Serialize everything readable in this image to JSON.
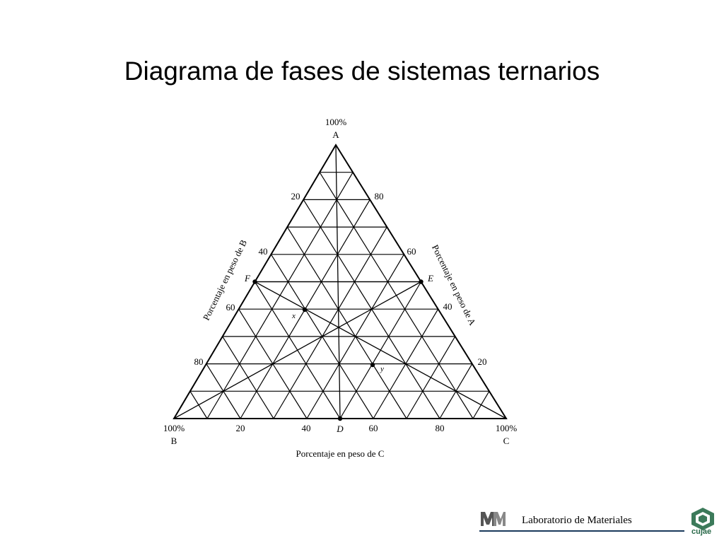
{
  "title": "Diagrama de fases de sistemas ternarios",
  "diagram": {
    "apex_a_percent": "100%",
    "apex_a": "A",
    "apex_b_percent": "100%",
    "apex_b": "B",
    "apex_c_percent": "100%",
    "apex_c": "C",
    "left_axis_label": "Porcentaje en peso de B",
    "right_axis_label": "Porcentaje en peso de A",
    "bottom_axis_label": "Porcentaje en peso de C",
    "left_ticks": [
      "20",
      "40",
      "60",
      "80"
    ],
    "right_ticks": [
      "80",
      "60",
      "40",
      "20"
    ],
    "bottom_ticks": [
      "20",
      "40",
      "60",
      "80"
    ],
    "points": {
      "D": "D",
      "E": "E",
      "F": "F",
      "x": "x",
      "y": "y"
    }
  },
  "footer": {
    "lab_name": "Laboratorio de Materiales",
    "cujae": "cujae",
    "colors": {
      "rule": "#1a3a5c",
      "cujae": "#2a6a4a"
    }
  }
}
